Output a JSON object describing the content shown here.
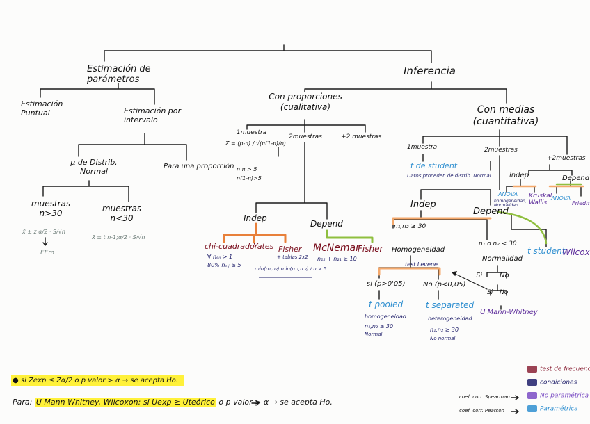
{
  "root": {
    "inferencia": "Inferencia",
    "estimacion": "Estimación de parámetros"
  },
  "estimacion": {
    "puntual": "Estimación Puntual",
    "intervalo": "Estimación por intervalo",
    "mu": "μ de Distrib. Normal",
    "proporcion": "Para una proporción",
    "n_grande": "muestras n>30",
    "n_chica": "muestras n<30",
    "formula_z": "x̄ ± z α/2 · S/√n",
    "formula_t": "x̄ ± t n-1;α/2 · S/√n",
    "eem": "EEm"
  },
  "proporciones": {
    "title": "Con proporciones (cualitativa)",
    "una": "1muestra",
    "una_cond1": "n·π > 5",
    "una_cond2": "n(1-π)>5",
    "una_formula": "Z = (p-π) / √(π(1-π)/n)",
    "dos": "2muestras",
    "mas": "+2 muestras",
    "indep": "Indep",
    "depend": "Depend",
    "chi": "chi-cuadrado",
    "chi_c1": "∀ nₑᵢⱼ > 1",
    "chi_c2": "80% nₑᵢⱼ ≥ 5",
    "yates": "Yates",
    "fisher": "Fisher",
    "fisher_c": "+ tablas 2x2",
    "fisher_formula": "min(n₁,n₂)·min(n.₁,n.₂) / n > 5",
    "mcnemar": "McNemar",
    "mcnemar_c": "n₁₂ + n₂₁ ≥ 10",
    "fisher2": "Fisher"
  },
  "medias": {
    "title": "Con medias (cuantitativa)",
    "una": "1muestra",
    "t_student": "t de student",
    "t_student_c": "Datos proceden de distrib. Normal",
    "dos": "2muestras",
    "mas": "+2muestras",
    "indep": "Indep",
    "depend": "Depend",
    "n_big": "n₁,n₂ ≥ 30",
    "n_small": "n₁ o n₂ < 30",
    "homog": "Homogeneidad",
    "levene": "test Levene",
    "si_p": "si (p>0'05)",
    "no_p": "No (p<0,05)",
    "t_pooled": "t pooled",
    "homogeneidad": "homogeneidad",
    "t_pooled_c": "n₁,n₂ ≥ 30",
    "normal1": "Normal",
    "t_separated": "t separated",
    "heterogeneidad": "heterogeneidad",
    "t_sep_c": "n₁,n₂ ≥ 30",
    "t_sep_c2": "No normal",
    "normalidad": "Normalidad",
    "si": "Si",
    "no": "No",
    "mann": "U Mann-Whitney",
    "d_tstudent": "t student",
    "d_wilcoxon": "Wilcoxon",
    "mas_indep": "indep",
    "mas_depend": "Depend",
    "anova": "ANOVA",
    "anova_c": "homogeneidad, Normalidad",
    "kruskal": "Kruskal Wallis",
    "anova2": "ANOVA",
    "friedman": "Friedman"
  },
  "footer": {
    "line1": "si Zexp ≤ Zα/2 o p valor > α → se acepta Ho.",
    "line2_prefix": "Para:",
    "line2_hl": "U Mann Whitney, Wilcoxon: si Uexp ≥ Uteórico",
    "line2_suffix": "o p valor > α → se acepta Ho.",
    "spearman": "coef. corr. Spearman",
    "pearson": "coef. corr. Pearson"
  },
  "legend": [
    {
      "label": "test de frecuencias",
      "color": "#8a2236"
    },
    {
      "label": "condiciones",
      "color": "#1f1f6a"
    },
    {
      "label": "No paramétrica",
      "color": "#7a4cc4"
    },
    {
      "label": "Paramétrica",
      "color": "#2f8fd0"
    }
  ],
  "highlight_colors": {
    "orange": "#f4a86b",
    "green": "#8fbf3f",
    "yellow": "#fff13a"
  }
}
